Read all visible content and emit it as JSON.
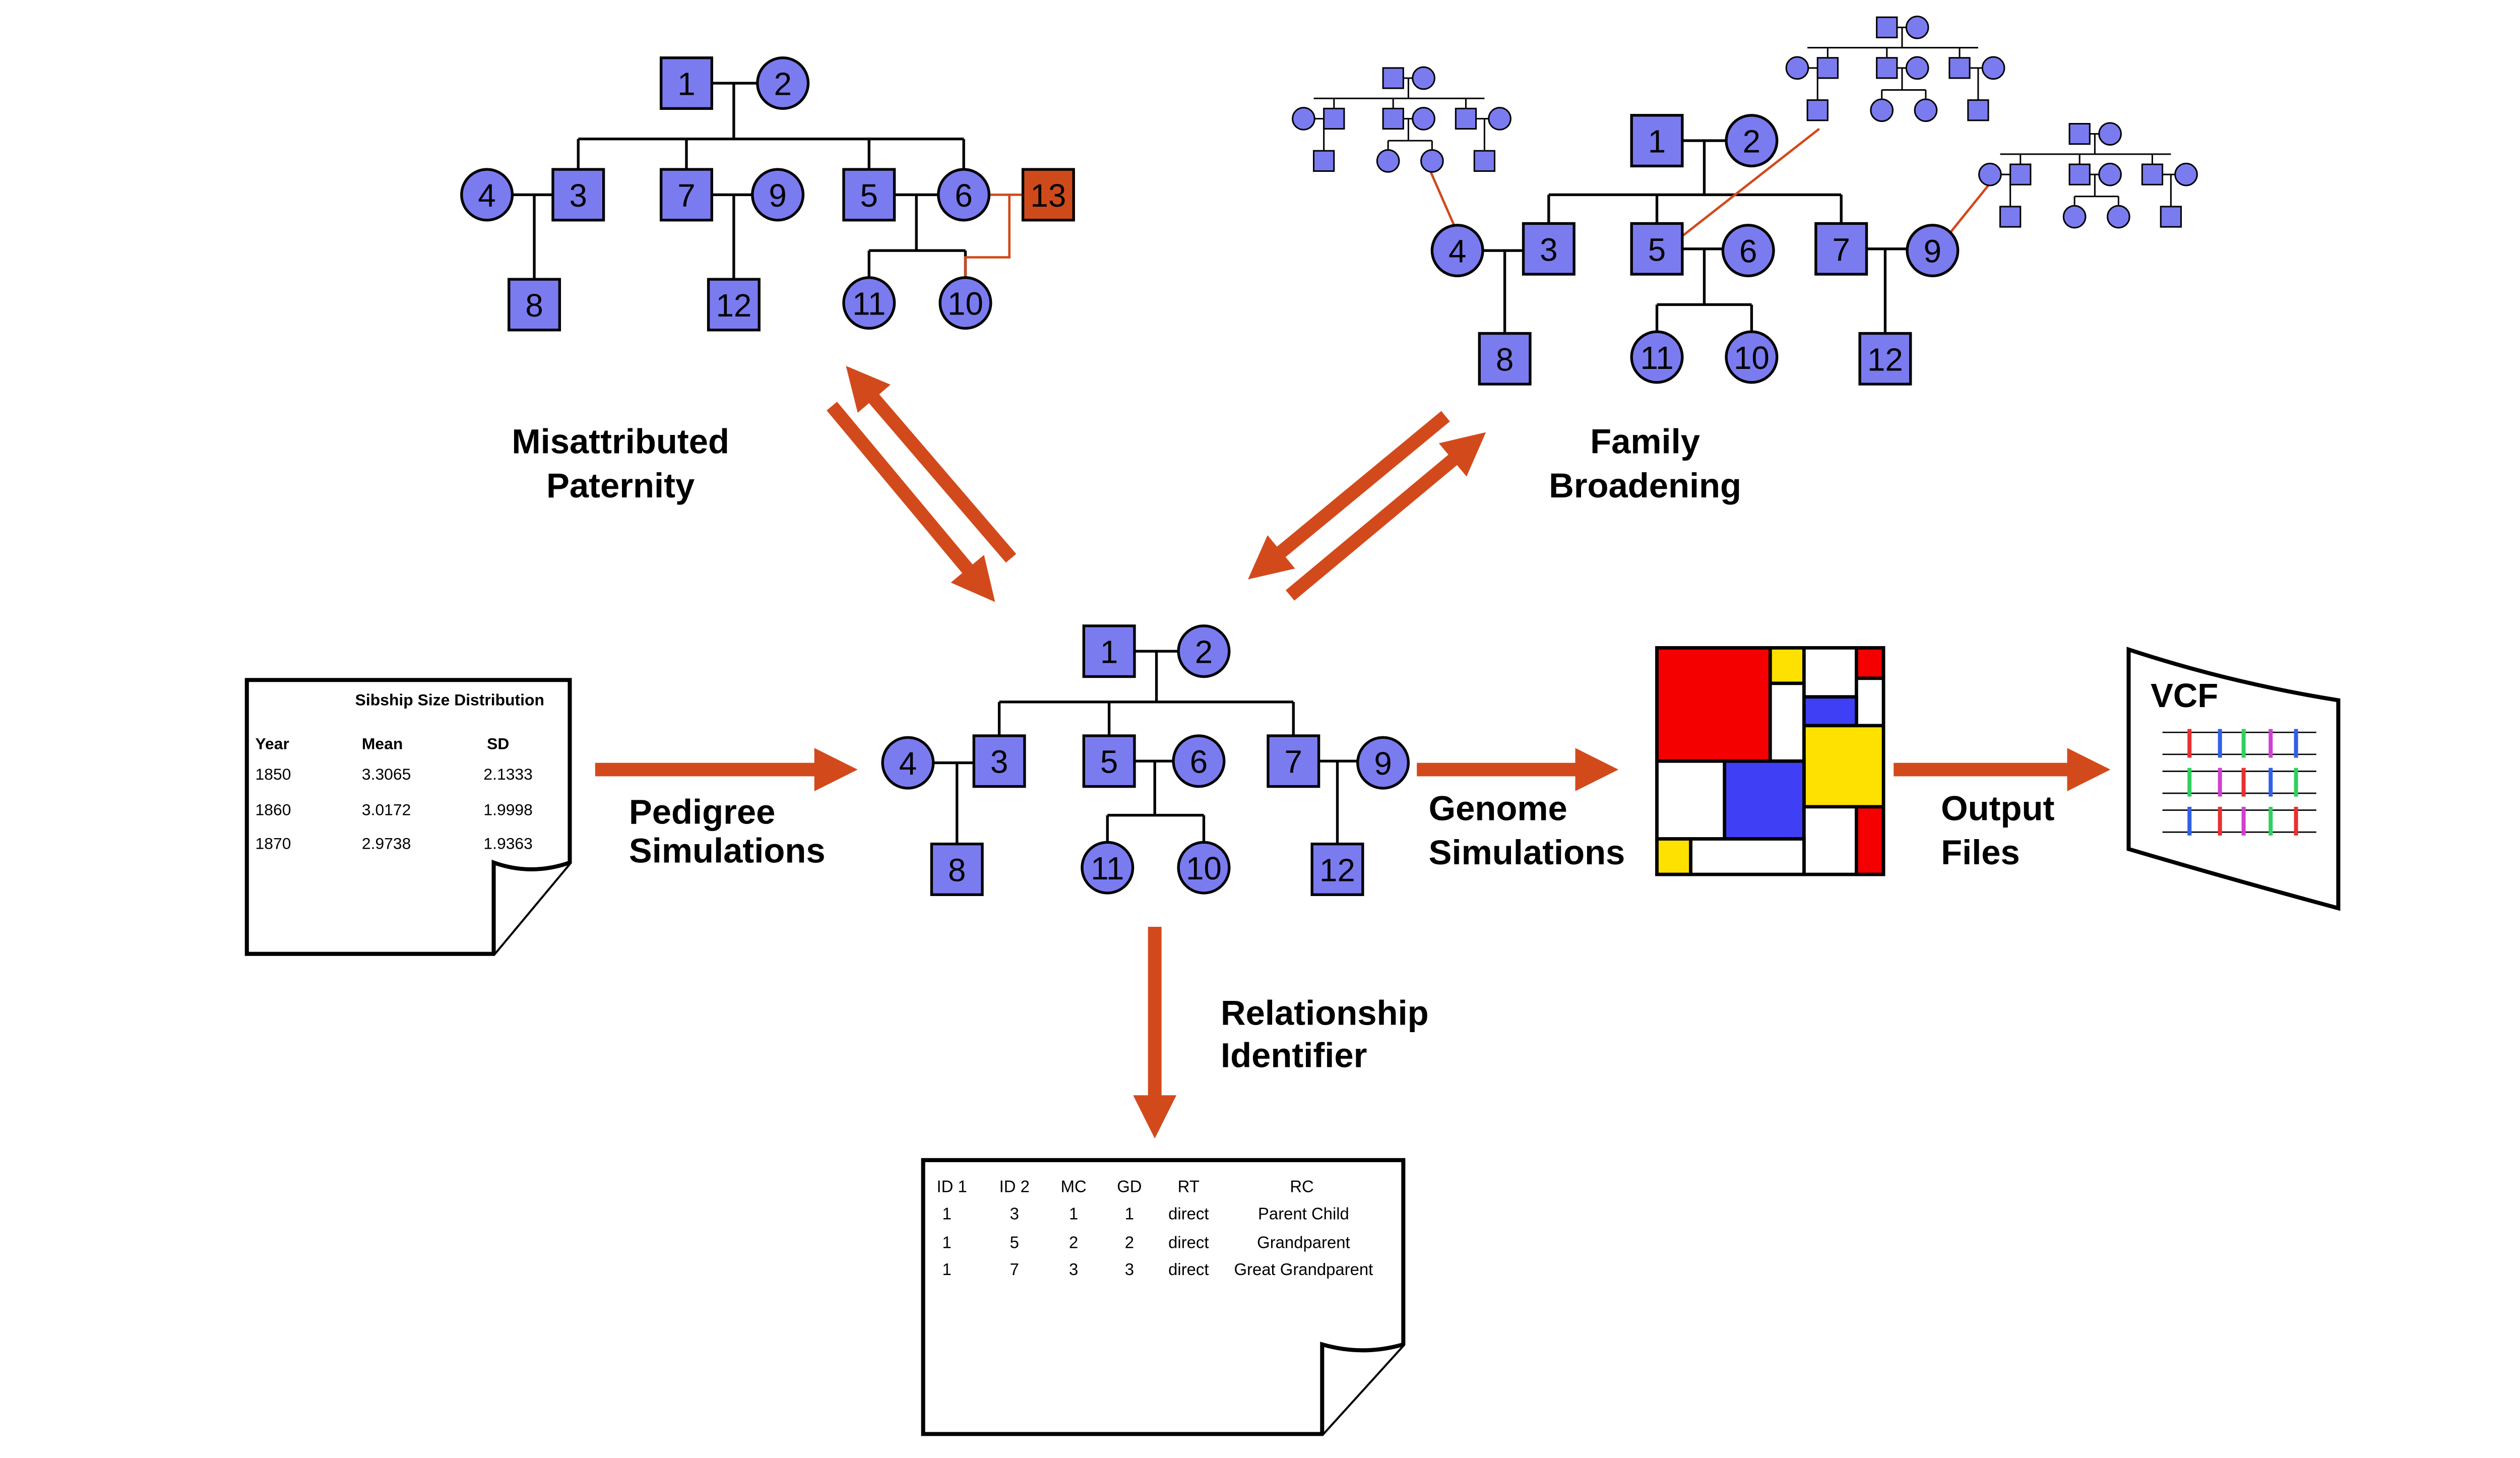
{
  "colors": {
    "node_fill": "#7b7bf0",
    "proband_fill": "#cf4a1a",
    "arrow": "#d24a1c",
    "line": "#000000",
    "red_line": "#d24a1c",
    "mondrian_red": "#f40000",
    "mondrian_blue": "#3f40f6",
    "mondrian_yellow": "#ffe100",
    "vcf_red": "#e83030",
    "vcf_blue": "#3060e8",
    "vcf_green": "#30d060",
    "vcf_magenta": "#d040d0"
  },
  "pedigrees": {
    "misattributed": {
      "nodes": [
        "1",
        "2",
        "4",
        "3",
        "7",
        "9",
        "5",
        "6",
        "13",
        "8",
        "12",
        "11",
        "10"
      ]
    },
    "center": {
      "nodes": [
        "1",
        "2",
        "4",
        "3",
        "5",
        "6",
        "7",
        "9",
        "8",
        "11",
        "10",
        "12"
      ]
    },
    "broadening": {
      "nodes": [
        "1",
        "2",
        "4",
        "3",
        "5",
        "6",
        "7",
        "9",
        "8",
        "11",
        "10",
        "12"
      ]
    }
  },
  "labels": {
    "misattributed_paternity": [
      "Misattributed",
      "Paternity"
    ],
    "family_broadening": [
      "Family",
      "Broadening"
    ],
    "pedigree_simulations": [
      "Pedigree",
      "Simulations"
    ],
    "genome_simulations": [
      "Genome",
      "Simulations"
    ],
    "output_files": [
      "Output",
      "Files"
    ],
    "relationship_identifier": [
      "Relationship",
      "Identifier"
    ]
  },
  "sibship_doc": {
    "title": "Sibship Size Distribution",
    "headers": [
      "Year",
      "Mean",
      "SD"
    ],
    "rows": [
      [
        "1850",
        "3.3065",
        "2.1333"
      ],
      [
        "1860",
        "3.0172",
        "1.9998"
      ],
      [
        "1870",
        "2.9738",
        "1.9363"
      ]
    ]
  },
  "relationship_doc": {
    "headers": [
      "ID 1",
      "ID 2",
      "MC",
      "GD",
      "RT",
      "RC"
    ],
    "rows": [
      [
        "1",
        "3",
        "1",
        "1",
        "direct",
        "Parent Child"
      ],
      [
        "1",
        "5",
        "2",
        "2",
        "direct",
        "Grandparent"
      ],
      [
        "1",
        "7",
        "3",
        "3",
        "direct",
        "Great Grandparent"
      ]
    ]
  },
  "vcf": {
    "title": "VCF"
  }
}
